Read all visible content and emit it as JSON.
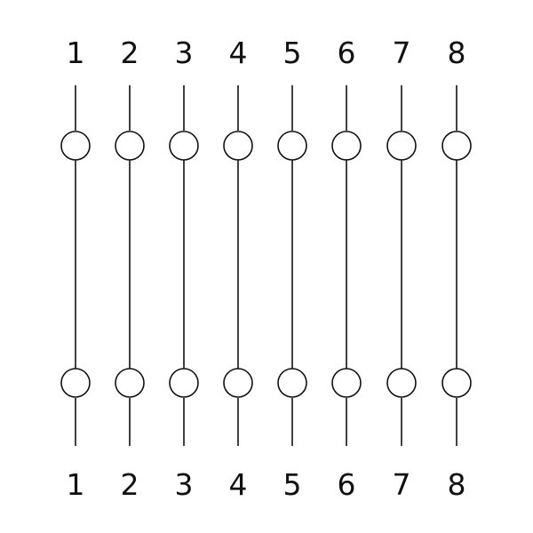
{
  "pins": [
    {
      "top_label": "1",
      "bottom_label": "1"
    },
    {
      "top_label": "2",
      "bottom_label": "2"
    },
    {
      "top_label": "3",
      "bottom_label": "3"
    },
    {
      "top_label": "4",
      "bottom_label": "4"
    },
    {
      "top_label": "5",
      "bottom_label": "5"
    },
    {
      "top_label": "6",
      "bottom_label": "6"
    },
    {
      "top_label": "7",
      "bottom_label": "7"
    },
    {
      "top_label": "8",
      "bottom_label": "8"
    }
  ],
  "colors": {
    "line": "#111111",
    "background": "#ffffff"
  }
}
